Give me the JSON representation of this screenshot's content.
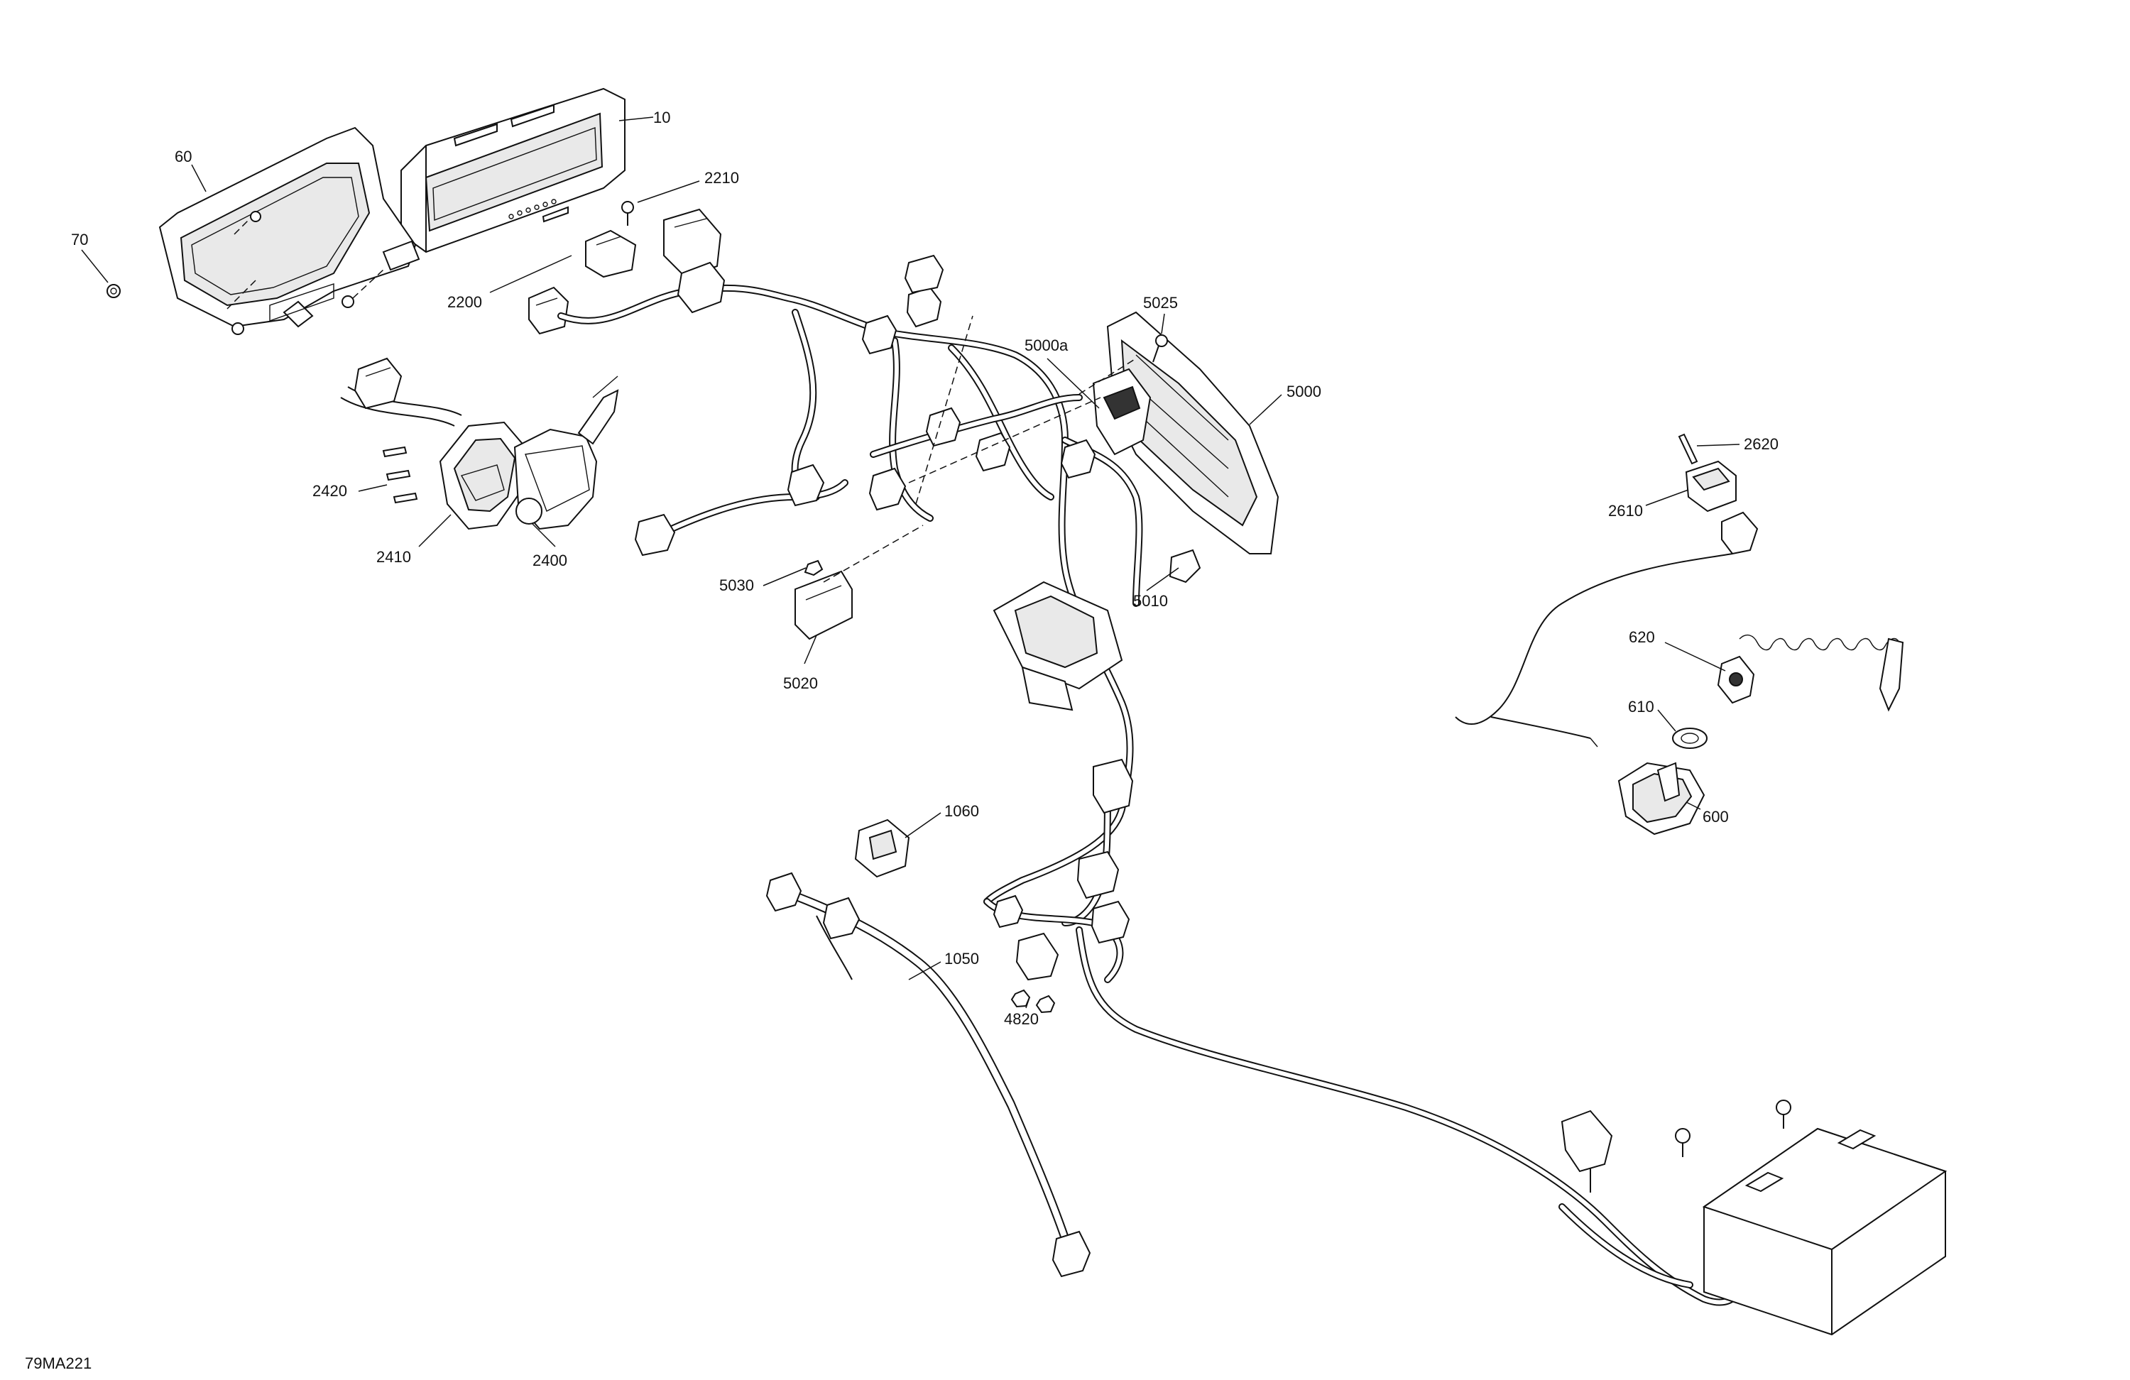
{
  "drawing_id": "79MA221",
  "callouts": [
    {
      "id": "c10",
      "text": "10"
    },
    {
      "id": "c60",
      "text": "60"
    },
    {
      "id": "c70",
      "text": "70"
    },
    {
      "id": "c2210",
      "text": "2210"
    },
    {
      "id": "c2200",
      "text": "2200"
    },
    {
      "id": "c5025",
      "text": "5025"
    },
    {
      "id": "c5000a",
      "text": "5000a"
    },
    {
      "id": "c5000",
      "text": "5000"
    },
    {
      "id": "c2620",
      "text": "2620"
    },
    {
      "id": "c2610",
      "text": "2610"
    },
    {
      "id": "c2420",
      "text": "2420"
    },
    {
      "id": "c2410",
      "text": "2410"
    },
    {
      "id": "c2400",
      "text": "2400"
    },
    {
      "id": "c5030",
      "text": "5030"
    },
    {
      "id": "c5010",
      "text": "5010"
    },
    {
      "id": "c5020",
      "text": "5020"
    },
    {
      "id": "c620",
      "text": "620"
    },
    {
      "id": "c610",
      "text": "610"
    },
    {
      "id": "c600",
      "text": "600"
    },
    {
      "id": "c1060",
      "text": "1060"
    },
    {
      "id": "c1050",
      "text": "1050"
    },
    {
      "id": "c4820",
      "text": "4820"
    }
  ]
}
